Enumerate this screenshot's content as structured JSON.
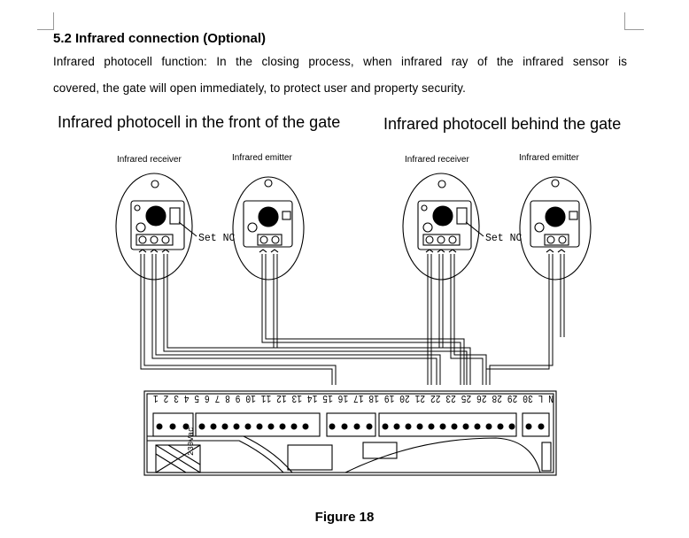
{
  "heading": "5.2 Infrared connection (Optional)",
  "paragraph": {
    "line1": "Infrared photocell function: In the closing process, when infrared ray of the infrared sensor is",
    "line2": "covered, the gate will open immediately, to protect user and property security."
  },
  "diagram": {
    "left_title": "Infrared photocell in the front of the gate",
    "right_title": "Infrared photocell behind the gate",
    "receiver_label": "Infrared receiver",
    "emitter_label": "Infrared emitter",
    "set_nc_label": "Set NC",
    "board_numbers": "N L 30 29 28 26 25 23 22 21 20 19 18 17 16 15 14 13 12 11 10 9 8 7 6 5 4 3 2 1",
    "board_voltage": "230Vac"
  },
  "caption": "Figure 18"
}
